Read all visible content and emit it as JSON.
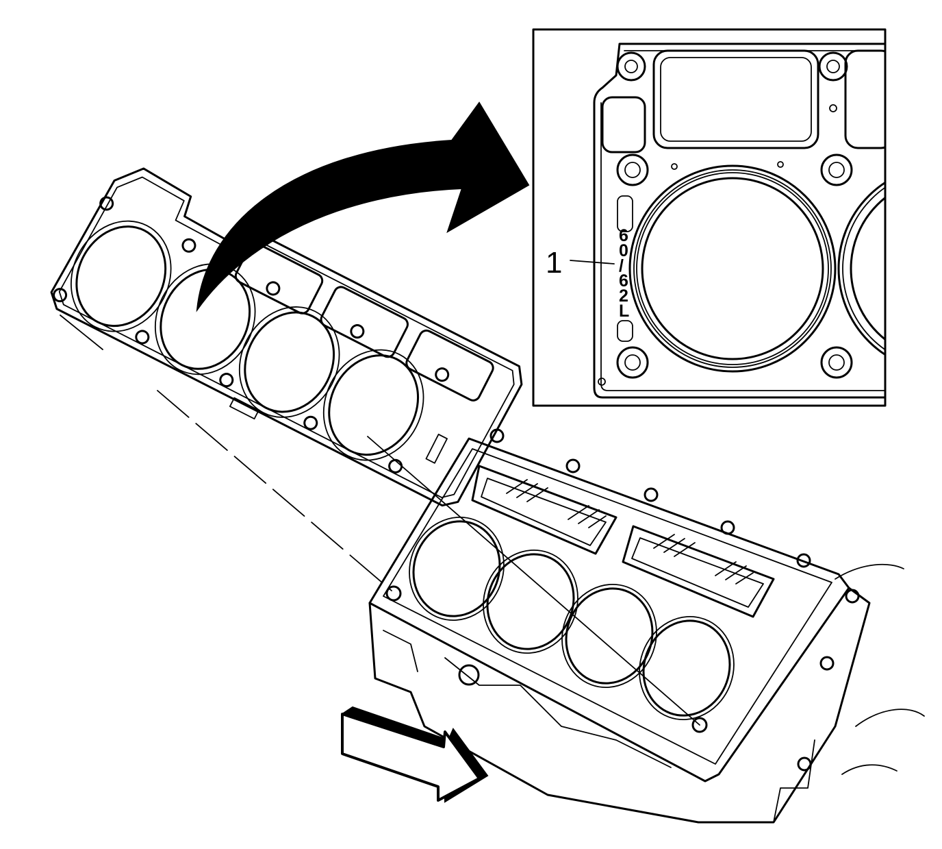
{
  "figure": {
    "callouts": [
      {
        "number": "1",
        "target": "gasket-identification-marking"
      }
    ],
    "gasket_marking": [
      "6",
      "0",
      "/",
      "6",
      "2",
      "L"
    ],
    "arrows": [
      {
        "meaning": "transfer-arrow-to-detail-view",
        "icon": "curved-arrow-icon"
      },
      {
        "meaning": "engine-front-direction",
        "icon": "front-arrow-icon"
      }
    ],
    "colors": {
      "ink": "#000000",
      "paper": "#ffffff"
    }
  }
}
